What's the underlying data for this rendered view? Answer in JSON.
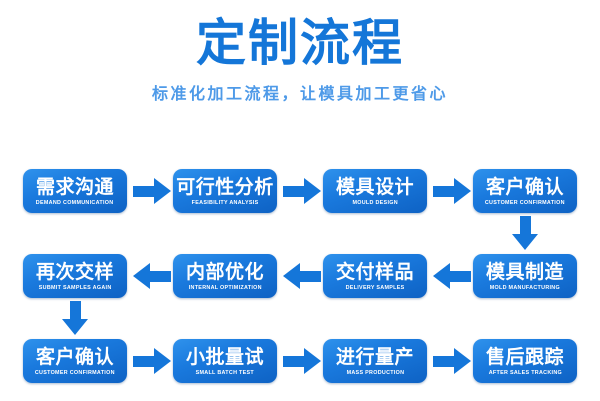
{
  "header": {
    "title": "定制流程",
    "subtitle": "标准化加工流程，让模具加工更省心",
    "title_color": "#1476d8",
    "subtitle_color": "#4e9ae8"
  },
  "theme": {
    "background": "#ffffff",
    "box_gradient_top": "#2f92ec",
    "box_gradient_bottom": "#0e62c4",
    "arrow_color": "#1576d9",
    "box_text_color": "#ffffff"
  },
  "flow": {
    "rows": [
      {
        "direction": "right",
        "steps": [
          {
            "cn": "需求沟通",
            "en": "DEMAND COMMUNICATION"
          },
          {
            "cn": "可行性分析",
            "en": "FEASIBILITY ANALYSIS"
          },
          {
            "cn": "模具设计",
            "en": "MOULD DESIGN"
          },
          {
            "cn": "客户确认",
            "en": "CUSTOMER CONFIRMATION"
          }
        ]
      },
      {
        "direction": "left",
        "steps": [
          {
            "cn": "再次交样",
            "en": "SUBMIT SAMPLES AGAIN"
          },
          {
            "cn": "内部优化",
            "en": "INTERNAL OPTIMIZATION"
          },
          {
            "cn": "交付样品",
            "en": "DELIVERY SAMPLES"
          },
          {
            "cn": "模具制造",
            "en": "MOLD MANUFACTURING"
          }
        ]
      },
      {
        "direction": "right",
        "steps": [
          {
            "cn": "客户确认",
            "en": "CUSTOMER CONFIRMATION"
          },
          {
            "cn": "小批量试",
            "en": "SMALL BATCH TEST"
          },
          {
            "cn": "进行量产",
            "en": "MASS PRODUCTION"
          },
          {
            "cn": "售后跟踪",
            "en": "AFTER SALES TRACKING"
          }
        ]
      }
    ],
    "connectors": [
      {
        "name": "row1-to-row2-down-arrow",
        "side": "right"
      },
      {
        "name": "row2-to-row3-down-arrow",
        "side": "left"
      }
    ]
  }
}
